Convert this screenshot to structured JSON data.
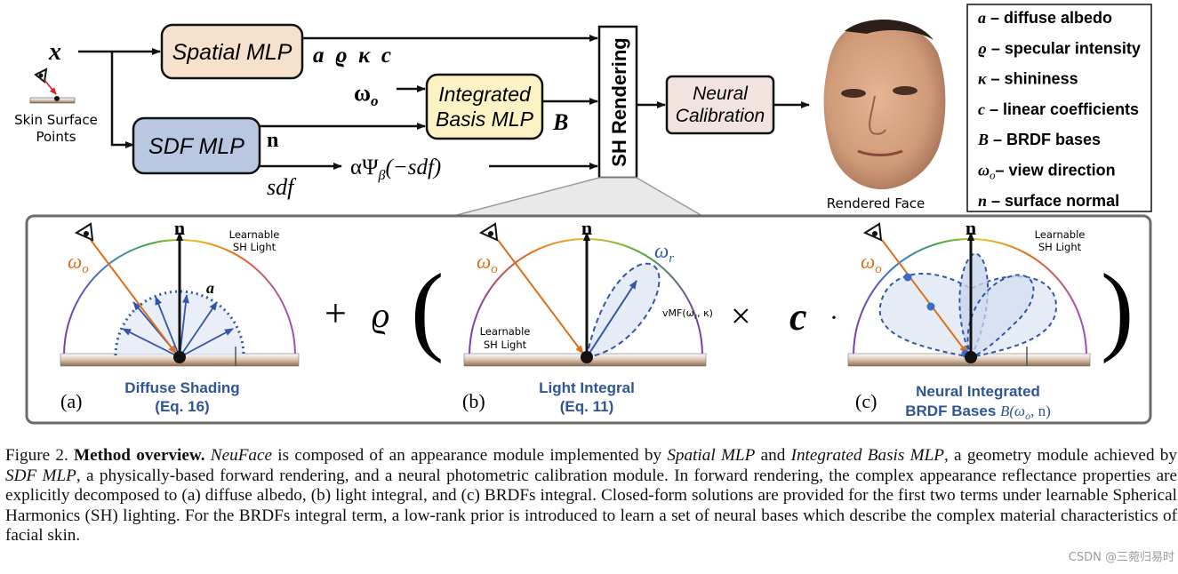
{
  "pipeline": {
    "input_x": "x",
    "skin_surface_label_1": "Skin Surface",
    "skin_surface_label_2": "Points",
    "spatial_mlp": "Spatial MLP",
    "spatial_outputs": "a  ϱ  κ  c",
    "sdf_mlp": "SDF MLP",
    "sdf_output_n": "n",
    "sdf_output_sdf": "sdf",
    "omega_o": "ω",
    "omega_sub": "o",
    "integrated_basis_1": "Integrated",
    "integrated_basis_2": "Basis MLP",
    "basis_output": "B",
    "alpha_psi": "αΨ",
    "alpha_psi_sub": "β",
    "alpha_psi_arg": "(−sdf)",
    "sh_rendering": "SH Rendering",
    "neural_calibration_1": "Neural",
    "neural_calibration_2": "Calibration",
    "rendered_face": "Rendered Face"
  },
  "legend": [
    {
      "sym": "a",
      "text": " – diffuse albedo"
    },
    {
      "sym": "ϱ",
      "text": " – specular intensity"
    },
    {
      "sym": "κ",
      "text": " – shininess"
    },
    {
      "sym": "c",
      "text": " – linear coefficients"
    },
    {
      "sym": "B",
      "text": " – BRDF bases"
    },
    {
      "sym": "ω",
      "sub": "o",
      "text": "– view direction"
    },
    {
      "sym": "n",
      "text": " – surface normal"
    }
  ],
  "panels": {
    "a": {
      "tag": "(a)",
      "title_1": "Diffuse Shading",
      "title_2": "(Eq. 16)",
      "n": "n",
      "omega": "ω",
      "omega_sub": "o",
      "albedo": "a",
      "light_1": "Learnable",
      "light_2": "SH Light"
    },
    "b": {
      "tag": "(b)",
      "title_1": "Light Integral",
      "title_2": "(Eq. 11)",
      "n": "n",
      "omega": "ω",
      "omega_sub": "o",
      "omega_r": "ω",
      "omega_r_sub": "r",
      "vmf": "vMF(ω",
      "vmf_sub": "r",
      "vmf_end": ", κ)",
      "light_1": "Learnable",
      "light_2": "SH Light"
    },
    "c": {
      "tag": "(c)",
      "title_1": "Neural Integrated",
      "title_2": "BRDF Bases ",
      "title_2_math": "B(ω",
      "title_2_sub": "o",
      "title_2_end": ", n)",
      "n": "n",
      "omega": "ω",
      "omega_sub": "o",
      "light_1": "Learnable",
      "light_2": "SH Light"
    }
  },
  "operators": {
    "plus": "+",
    "rho": "ϱ",
    "lparen": "(",
    "times": "×",
    "c": "c",
    "dot": "·",
    "rparen": ")"
  },
  "caption": {
    "fig": "Figure 2.",
    "bold": "Method overview.",
    "s1_i": "NeuFace",
    "s1": " is composed of an appearance module implemented by ",
    "s2_i": "Spatial MLP",
    "s2": " and ",
    "s3_i": "Integrated Basis MLP",
    "s3": ", a geometry module achieved by ",
    "s4_i": "SDF MLP",
    "s4": ", a physically-based forward rendering, and a neural photometric calibration module. In forward rendering, the complex appearance reflectance properties are explicitly decomposed to (a) diffuse albedo, (b) light integral, and (c) BRDFs integral. Closed-form solutions are provided for the first two terms under learnable Spherical Harmonics (SH) lighting. For the BRDFs integral term, a low-rank prior is introduced to learn a set of neural bases which describe the complex material characteristics of facial skin."
  },
  "watermark": "CSDN @三菀归易时",
  "colors": {
    "spatial_fill": "#f6e2cc",
    "sdf_fill": "#b9c8e2",
    "basis_fill": "#fdf2c4",
    "calib_fill": "#f1e4df",
    "panel_title": "#2f5597",
    "omega_color": "#d9701c",
    "lobe": "#2f4a9a"
  }
}
